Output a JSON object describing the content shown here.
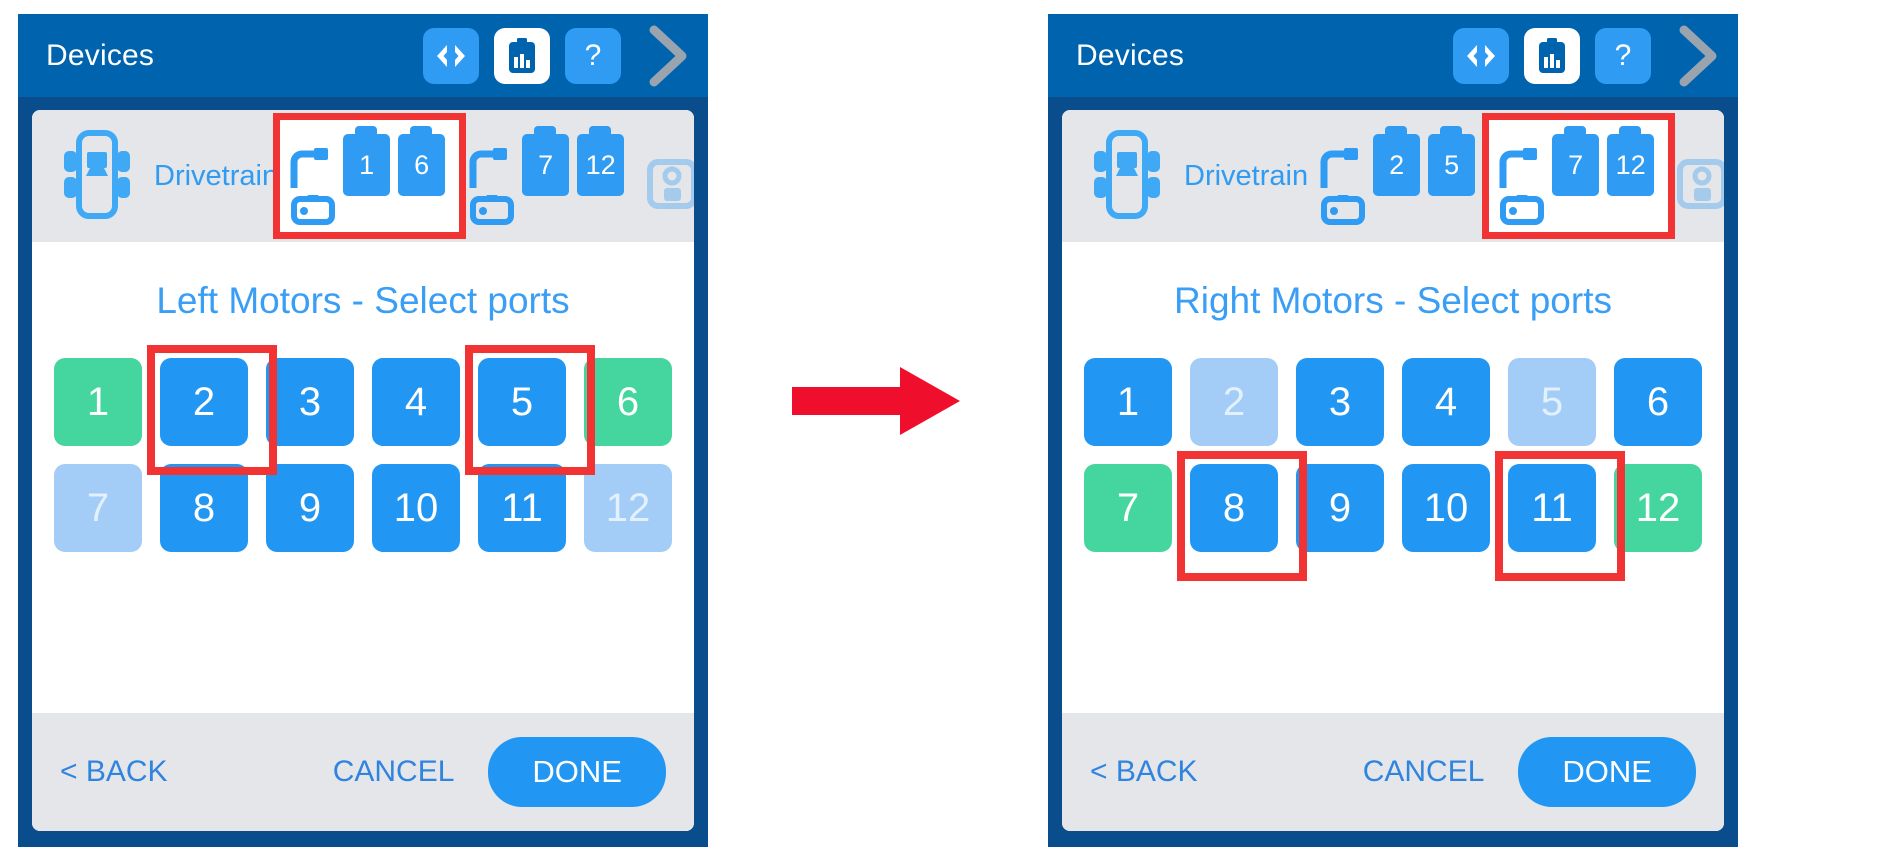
{
  "panels": [
    {
      "id": "left",
      "appbar": {
        "title": "Devices",
        "icons": [
          {
            "name": "code-icon",
            "glyph": "<>"
          },
          {
            "name": "battery-icon",
            "glyph": "battery"
          },
          {
            "name": "help-icon",
            "glyph": "?"
          },
          {
            "name": "next-chevron-icon",
            "glyph": ">"
          }
        ]
      },
      "device_strip": {
        "device_label": "Drivetrain",
        "device_icon": "brain-icon",
        "motor_groups": [
          {
            "name": "left-motor-group",
            "ports": [
              "1",
              "6"
            ],
            "highlighted": true
          },
          {
            "name": "right-motor-group",
            "ports": [
              "7",
              "12"
            ],
            "highlighted": false
          }
        ],
        "add_button_label": "+"
      },
      "content": {
        "title": "Left Motors - Select ports",
        "ports": [
          {
            "label": "1",
            "state": "green",
            "highlighted": false
          },
          {
            "label": "2",
            "state": "blue",
            "highlighted": true
          },
          {
            "label": "3",
            "state": "blue",
            "highlighted": false
          },
          {
            "label": "4",
            "state": "blue",
            "highlighted": false
          },
          {
            "label": "5",
            "state": "blue",
            "highlighted": true
          },
          {
            "label": "6",
            "state": "green",
            "highlighted": false
          },
          {
            "label": "7",
            "state": "disabled",
            "highlighted": false
          },
          {
            "label": "8",
            "state": "blue",
            "highlighted": false
          },
          {
            "label": "9",
            "state": "blue",
            "highlighted": false
          },
          {
            "label": "10",
            "state": "blue",
            "highlighted": false
          },
          {
            "label": "11",
            "state": "blue",
            "highlighted": false
          },
          {
            "label": "12",
            "state": "disabled",
            "highlighted": false
          }
        ]
      },
      "footer": {
        "back": "< BACK",
        "cancel": "CANCEL",
        "done": "DONE"
      }
    },
    {
      "id": "right",
      "appbar": {
        "title": "Devices",
        "icons": [
          {
            "name": "code-icon",
            "glyph": "<>"
          },
          {
            "name": "battery-icon",
            "glyph": "battery"
          },
          {
            "name": "help-icon",
            "glyph": "?"
          },
          {
            "name": "next-chevron-icon",
            "glyph": ">"
          }
        ]
      },
      "device_strip": {
        "device_label": "Drivetrain",
        "device_icon": "brain-icon",
        "motor_groups": [
          {
            "name": "left-motor-group",
            "ports": [
              "2",
              "5"
            ],
            "highlighted": false
          },
          {
            "name": "right-motor-group",
            "ports": [
              "7",
              "12"
            ],
            "highlighted": true
          }
        ],
        "add_button_label": "+"
      },
      "content": {
        "title": "Right Motors - Select ports",
        "ports": [
          {
            "label": "1",
            "state": "blue",
            "highlighted": false
          },
          {
            "label": "2",
            "state": "disabled",
            "highlighted": false
          },
          {
            "label": "3",
            "state": "blue",
            "highlighted": false
          },
          {
            "label": "4",
            "state": "blue",
            "highlighted": false
          },
          {
            "label": "5",
            "state": "disabled",
            "highlighted": false
          },
          {
            "label": "6",
            "state": "blue",
            "highlighted": false
          },
          {
            "label": "7",
            "state": "green",
            "highlighted": false
          },
          {
            "label": "8",
            "state": "blue",
            "highlighted": true
          },
          {
            "label": "9",
            "state": "blue",
            "highlighted": false
          },
          {
            "label": "10",
            "state": "blue",
            "highlighted": false
          },
          {
            "label": "11",
            "state": "blue",
            "highlighted": true
          },
          {
            "label": "12",
            "state": "green",
            "highlighted": false
          }
        ]
      },
      "footer": {
        "back": "< BACK",
        "cancel": "CANCEL",
        "done": "DONE"
      }
    }
  ],
  "flow": {
    "arrow_name": "step-flow-arrow"
  },
  "colors": {
    "appbar": "#0063ad",
    "device_bezel": "#0a4d8c",
    "accent_blue": "#2196f3",
    "port_green": "#45d6a0",
    "port_disabled": "#a3cdf7",
    "highlight_red": "#f23333",
    "strip_gray": "#e4e6e9"
  }
}
